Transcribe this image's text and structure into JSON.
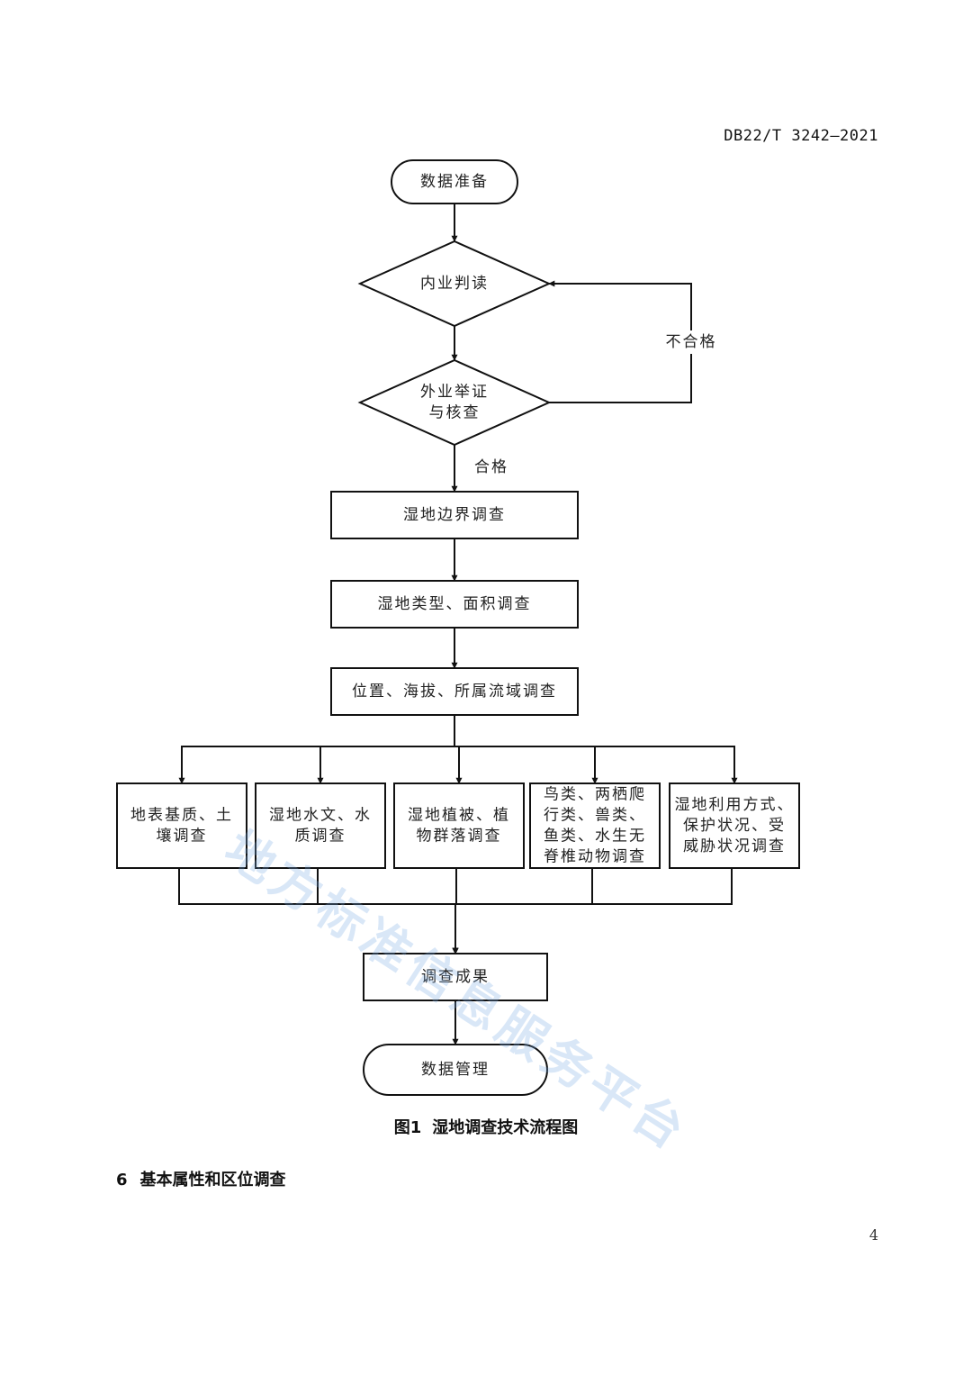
{
  "document": {
    "standard_code": "DB22/T 3242—2021",
    "page_number": "4",
    "watermark": "地方标准信息服务平台"
  },
  "figure": {
    "number": "图1",
    "title": "湿地调查技术流程图"
  },
  "section": {
    "number": "6",
    "title": "基本属性和区位调查"
  },
  "flowchart": {
    "nodes": [
      {
        "id": "start",
        "shape": "terminal",
        "lines": [
          "数据准备"
        ]
      },
      {
        "id": "interpret",
        "shape": "decision",
        "lines": [
          "内业判读"
        ]
      },
      {
        "id": "verify",
        "shape": "decision",
        "lines": [
          "外业举证",
          "与核查"
        ]
      },
      {
        "id": "boundary",
        "shape": "process",
        "lines": [
          "湿地边界调查"
        ]
      },
      {
        "id": "type_area",
        "shape": "process",
        "lines": [
          "湿地类型、面积调查"
        ]
      },
      {
        "id": "location",
        "shape": "process",
        "lines": [
          "位置、海拔、所属流域调查"
        ]
      },
      {
        "id": "substrate",
        "shape": "process",
        "lines": [
          "地表基质、土",
          "壤调查"
        ]
      },
      {
        "id": "hydrology",
        "shape": "process",
        "lines": [
          "湿地水文、水",
          "质调查"
        ]
      },
      {
        "id": "vegetation",
        "shape": "process",
        "lines": [
          "湿地植被、植",
          "物群落调查"
        ]
      },
      {
        "id": "fauna",
        "shape": "process",
        "lines": [
          "鸟类、两栖爬",
          "行类、兽类、",
          "鱼类、水生无",
          "脊椎动物调查"
        ]
      },
      {
        "id": "utilization",
        "shape": "process",
        "lines": [
          "湿地利用方式、",
          "保护状况、受",
          "威胁状况调查"
        ]
      },
      {
        "id": "results",
        "shape": "process",
        "lines": [
          "调查成果"
        ]
      },
      {
        "id": "manage",
        "shape": "terminal",
        "lines": [
          "数据管理"
        ]
      }
    ],
    "edges": [
      {
        "from": "start",
        "to": "interpret",
        "label": ""
      },
      {
        "from": "interpret",
        "to": "verify",
        "label": ""
      },
      {
        "from": "verify",
        "to": "interpret",
        "label": "不合格"
      },
      {
        "from": "verify",
        "to": "boundary",
        "label": "合格"
      },
      {
        "from": "boundary",
        "to": "type_area",
        "label": ""
      },
      {
        "from": "type_area",
        "to": "location",
        "label": ""
      },
      {
        "from": "location",
        "to": "substrate",
        "label": ""
      },
      {
        "from": "location",
        "to": "hydrology",
        "label": ""
      },
      {
        "from": "location",
        "to": "vegetation",
        "label": ""
      },
      {
        "from": "location",
        "to": "fauna",
        "label": ""
      },
      {
        "from": "location",
        "to": "utilization",
        "label": ""
      },
      {
        "from": "substrate",
        "to": "results",
        "label": ""
      },
      {
        "from": "hydrology",
        "to": "results",
        "label": ""
      },
      {
        "from": "vegetation",
        "to": "results",
        "label": ""
      },
      {
        "from": "fauna",
        "to": "results",
        "label": ""
      },
      {
        "from": "utilization",
        "to": "results",
        "label": ""
      },
      {
        "from": "results",
        "to": "manage",
        "label": ""
      }
    ]
  }
}
